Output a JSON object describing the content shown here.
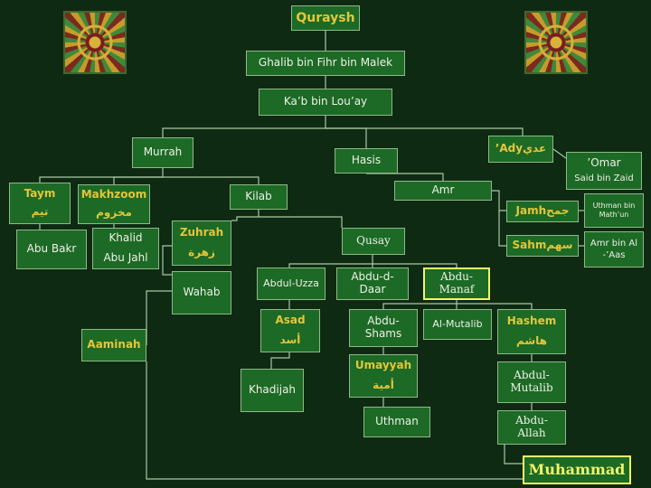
{
  "title": "Quraysh",
  "colors": {
    "background": "#0f2a12",
    "box": "#1c6a25",
    "line": "#aac7a6",
    "gold": "#e5c53a",
    "highlight": "#f4f46a"
  },
  "nodes": {
    "ghalib": "Ghalib bin Fihr bin Malek",
    "kab": "Ka’b bin Lou’ay",
    "murrah": "Murrah",
    "hasis": "Hasis",
    "ady": "’Adyعدي",
    "omar": "’Omar",
    "said": "Said bin Zaid",
    "taym_en": "Taym",
    "taym_ar": "تيم",
    "makhzoom_en": "Makhzoom",
    "makhzoom_ar": "مخزوم",
    "kilab": "Kilab",
    "amr": "Amr",
    "jamh": "Jamhجمح",
    "uthman_bin_math": "Uthman bin Math’un",
    "abu_bakr": "Abu Bakr",
    "khalid": "Khalid",
    "abu_jahl": "Abu Jahl",
    "zuhrah_en": "Zuhrah",
    "zuhrah_ar": "زهرة",
    "qusay": "Qusay",
    "sahm": "Sahmسهم",
    "amr_bin_al_aas": "Amr bin Al -’Aas",
    "wahab": "Wahab",
    "abdul_uzza": "Abdul-Uzza",
    "abdu_d_daar": "Abdu-d-Daar",
    "abdu_manaf": "Abdu-Manaf",
    "asad_en": "Asad",
    "asad_ar": "أسد",
    "abdu_shams": "Abdu-Shams",
    "al_mutalib": "Al-Mutalib",
    "hashem_en": "Hashem",
    "hashem_ar": "هاشم",
    "aaminah": "Aaminah",
    "umayyah_en": "Umayyah",
    "umayyah_ar": "أمية",
    "khadijah": "Khadijah",
    "abdul_mutalib": "Abdul-Mutalib",
    "uthman": "Uthman",
    "abdu_allah": "Abdu-Allah",
    "muhammad": "Muhammad"
  }
}
